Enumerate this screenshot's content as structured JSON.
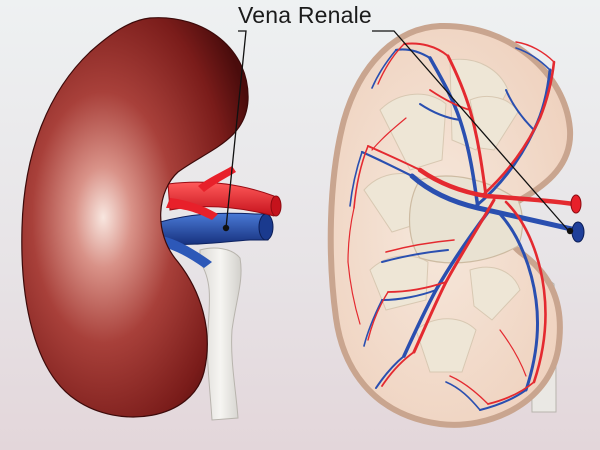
{
  "annotation": {
    "label": "Vena Renale"
  },
  "colors": {
    "artery": "#e8202a",
    "vein": "#1f3f9a",
    "kidney_outer": "#8a2220",
    "cortex": "#f3dccd",
    "ureter": "#ecebe8"
  },
  "views": [
    "kidney-exterior",
    "kidney-section"
  ]
}
